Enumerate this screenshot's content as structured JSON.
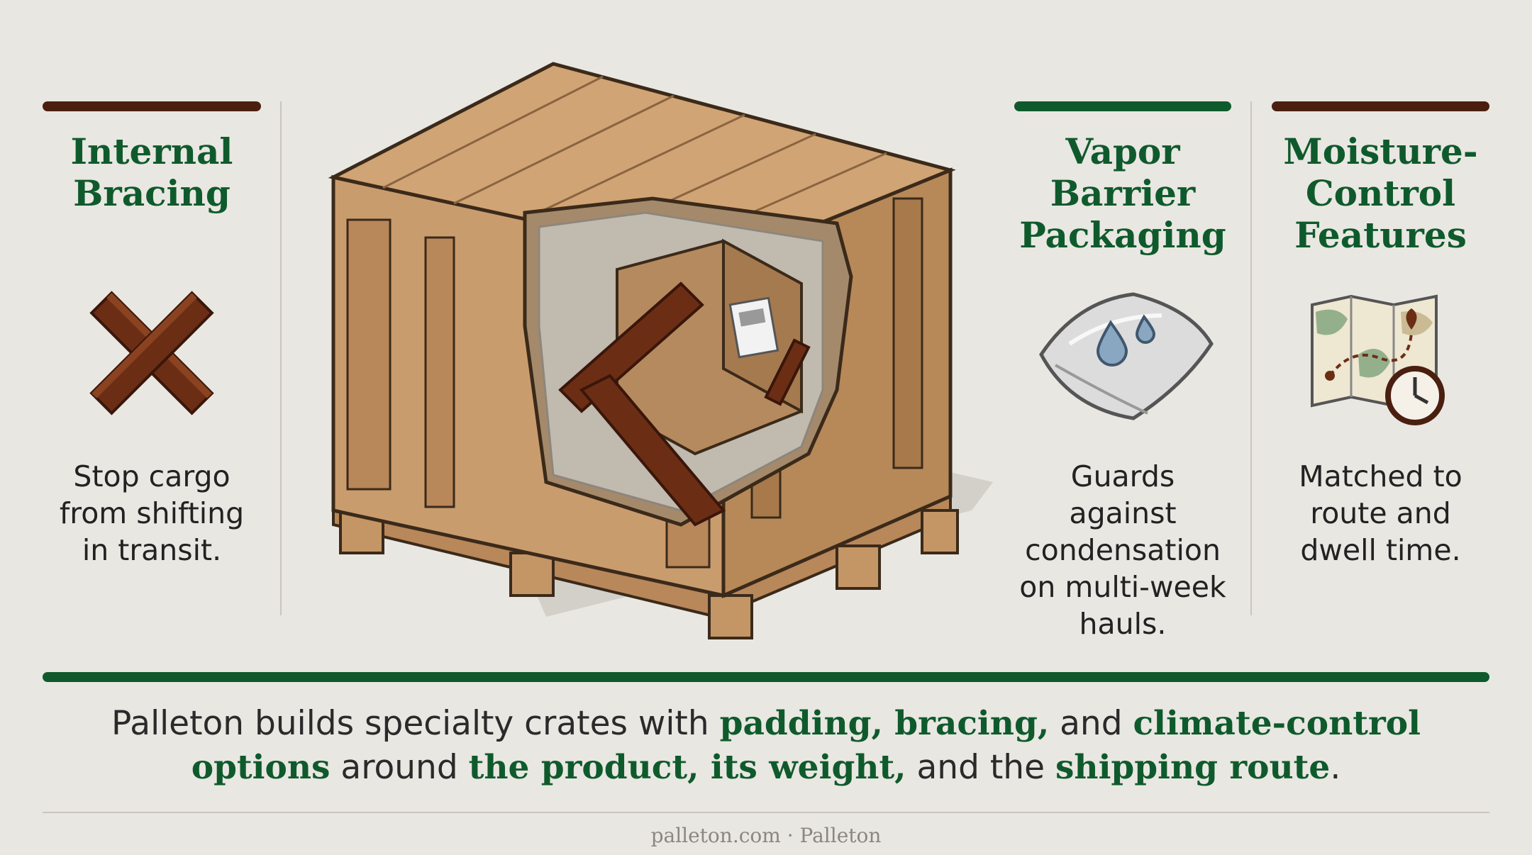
{
  "columns": [
    {
      "title": "Internal\nBracing",
      "description": "Stop cargo\nfrom shifting\nin transit.",
      "icon": "crossed-wood-beams-icon",
      "accent": "#4a1f10"
    },
    {
      "title": "Vapor\nBarrier\nPackaging",
      "description": "Guards against\ncondensation\non multi-week\nhauls.",
      "icon": "vapor-barrier-bag-icon",
      "accent": "#0f5a2c"
    },
    {
      "title": "Moisture-\nControl\nFeatures",
      "description": "Matched to\nroute and\ndwell time.",
      "icon": "route-map-clock-icon",
      "accent": "#4a1f10"
    }
  ],
  "illustration": "wooden-crate-cutaway-illustration",
  "summary": {
    "t1": "Palleton builds specialty crates with ",
    "h1": "padding, bracing,",
    "t2": " and ",
    "h2": "climate-control options",
    "t3": " around ",
    "h3": "the product, its weight,",
    "t4": " and the ",
    "h4": "shipping route",
    "t5": "."
  },
  "footer": "palleton.com · Palleton",
  "colors": {
    "green": "#0f5a2c",
    "brown": "#4a1f10",
    "background": "#e9e7e2"
  }
}
